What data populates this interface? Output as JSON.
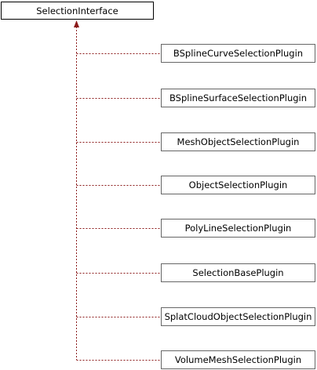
{
  "base_class": {
    "label": "SelectionInterface"
  },
  "derived_classes": [
    {
      "label": "BSplineCurveSelectionPlugin"
    },
    {
      "label": "BSplineSurfaceSelectionPlugin"
    },
    {
      "label": "MeshObjectSelectionPlugin"
    },
    {
      "label": "ObjectSelectionPlugin"
    },
    {
      "label": "PolyLineSelectionPlugin"
    },
    {
      "label": "SelectionBasePlugin"
    },
    {
      "label": "SplatCloudObjectSelectionPlugin"
    },
    {
      "label": "VolumeMeshSelectionPlugin"
    }
  ],
  "colors": {
    "edge": "#8b1a1a",
    "box_border": "#000000",
    "child_border": "#666666",
    "background": "#ffffff"
  }
}
